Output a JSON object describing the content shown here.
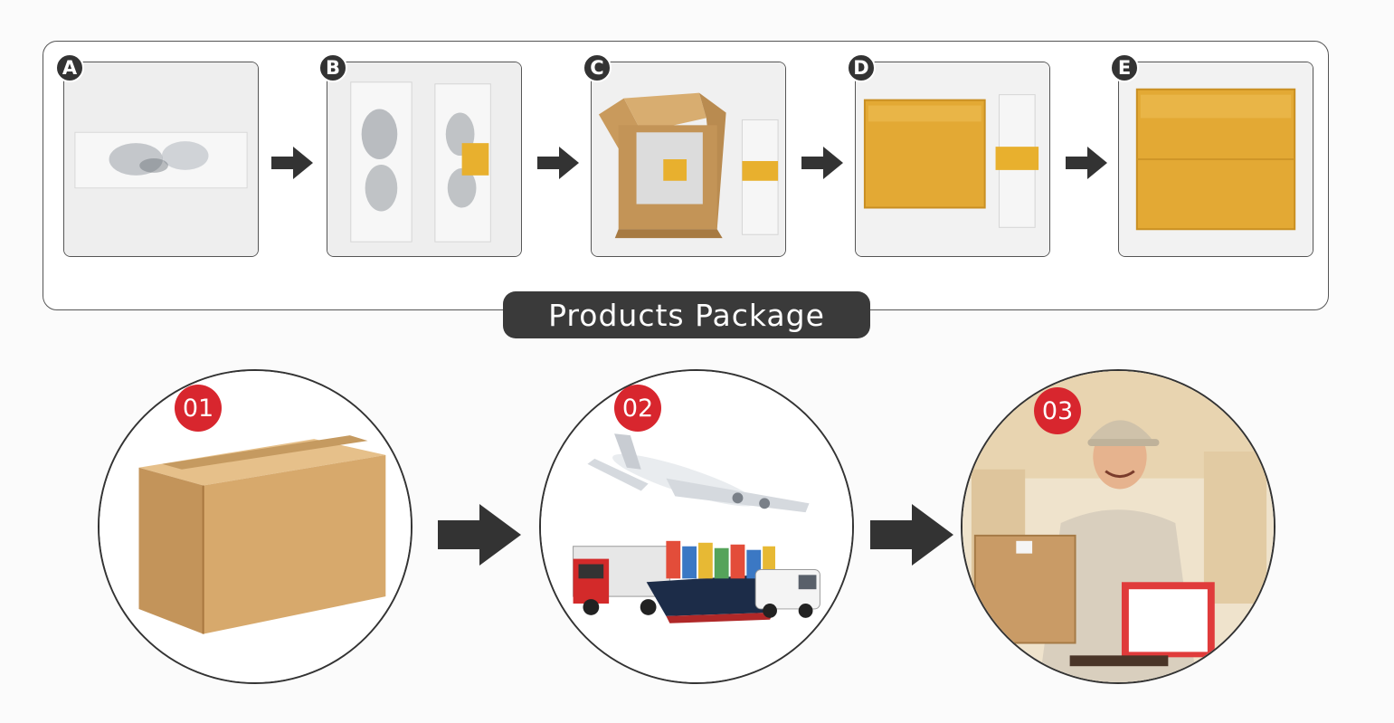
{
  "title": "Products Package",
  "steps": [
    {
      "letter": "A"
    },
    {
      "letter": "B"
    },
    {
      "letter": "C"
    },
    {
      "letter": "D"
    },
    {
      "letter": "E"
    }
  ],
  "shipping": [
    {
      "number": "01"
    },
    {
      "number": "02"
    },
    {
      "number": "03"
    }
  ],
  "colors": {
    "frame": "#555555",
    "banner": "#3a3a3a",
    "badge_red": "#d8262e",
    "tape": "#e8b02e",
    "cardboard": "#d3a66a"
  }
}
